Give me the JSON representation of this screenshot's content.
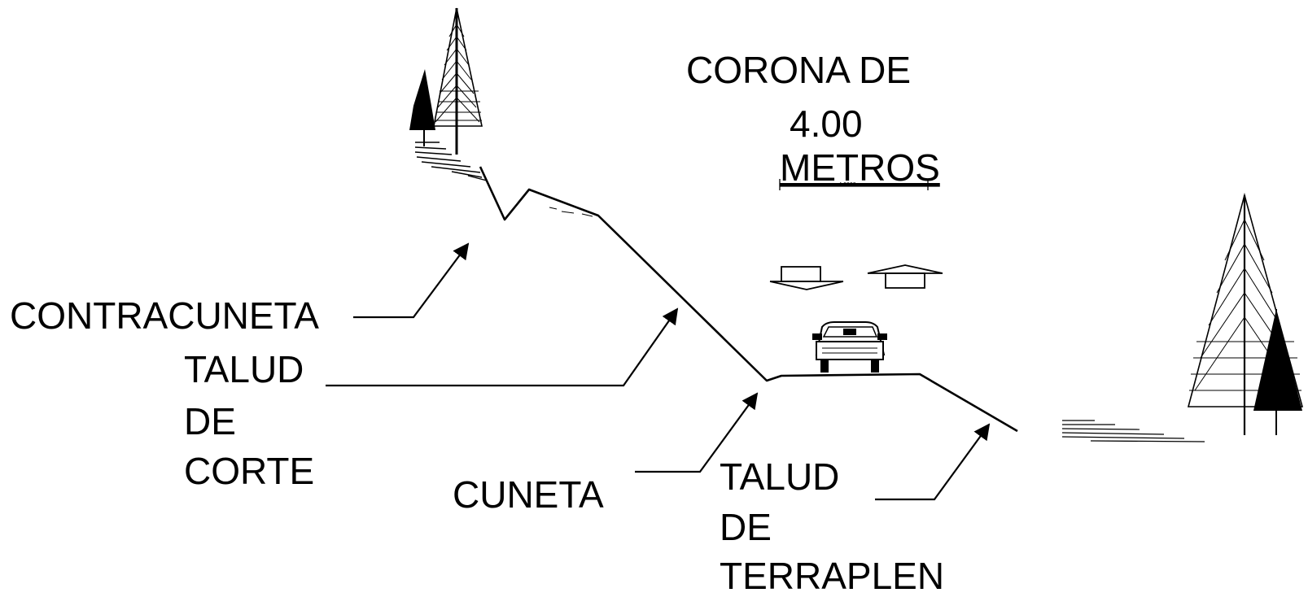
{
  "labels": {
    "corona_line1": "CORONA DE",
    "corona_line2": "4.00",
    "corona_line3": "METROS",
    "dimension_value": "4.0000",
    "contracuneta": "CONTRACUNETA",
    "talud_corte_line1": "TALUD",
    "talud_corte_line2": "DE",
    "talud_corte_line3": "CORTE",
    "cuneta": "CUNETA",
    "talud_terraplen_line1": "TALUD",
    "talud_terraplen_line2": "DE",
    "talud_terraplen_line3": "TERRAPLEN"
  },
  "icons": {
    "trees_left": "pine-trees-icon",
    "trees_right": "pine-trees-icon",
    "car": "car-front-icon",
    "lane_arrow_down": "arrow-down-icon",
    "lane_arrow_up": "arrow-up-icon"
  },
  "colors": {
    "ink": "#000000",
    "background": "#ffffff"
  }
}
